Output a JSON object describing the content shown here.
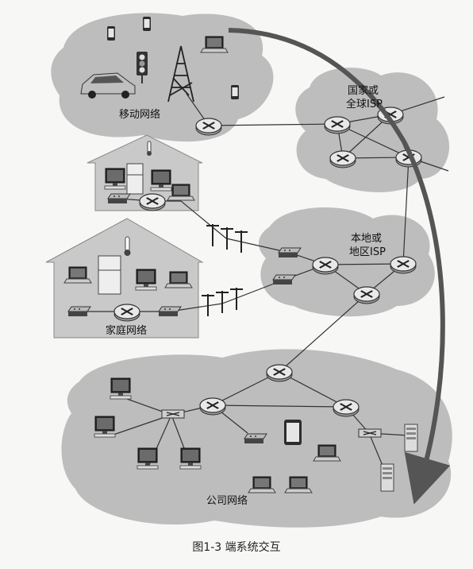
{
  "labels": {
    "mobile_network": "移动网络",
    "national_isp_line1": "国家或",
    "national_isp_line2": "全球ISP",
    "local_isp_line1": "本地或",
    "local_isp_line2": "地区ISP",
    "home_network": "家庭网络",
    "enterprise_network": "公司网络"
  },
  "caption": "图1-3   端系统交互",
  "colors": {
    "cloud": "#bcbcbc",
    "router_fill": "#e8e8e8",
    "arrow": "#555555",
    "line": "#333333"
  }
}
